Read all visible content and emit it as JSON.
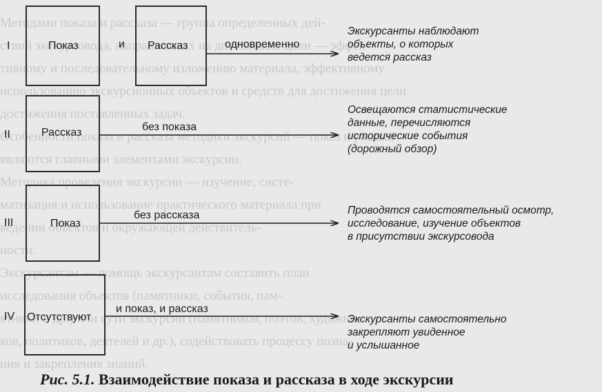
{
  "rows": [
    {
      "numeral": "I",
      "box1": "Показ",
      "connector": "и",
      "box2": "Рассказ",
      "label": "одновременно",
      "description": [
        "Экскурсанты наблюдают",
        "объекты, о которых",
        "ведется рассказ"
      ]
    },
    {
      "numeral": "II",
      "box1": "Рассказ",
      "label": "без показа",
      "description": [
        "Освещаются статистические",
        "данные, перечисляются",
        "исторические события",
        "(дорожный обзор)"
      ]
    },
    {
      "numeral": "III",
      "box1": "Показ",
      "label": "без рассказа",
      "description": [
        "Проводятся самостоятельный осмотр,",
        "исследование, изучение объектов",
        "в присутствии экскурсовода"
      ]
    },
    {
      "numeral": "IV",
      "box1": "Отсутствуют",
      "label": "и показ, и рассказ",
      "description": [
        "Экскурсанты самостоятельно",
        "закрепляют увиденное",
        "и услышанное"
      ]
    }
  ],
  "caption": {
    "figure": "Рис. 5.1.",
    "title": "Взаимодействие показа и рассказа в ходе экскурсии"
  },
  "colors": {
    "background": "#e9e9e9",
    "ink": "#1a1a1a"
  }
}
